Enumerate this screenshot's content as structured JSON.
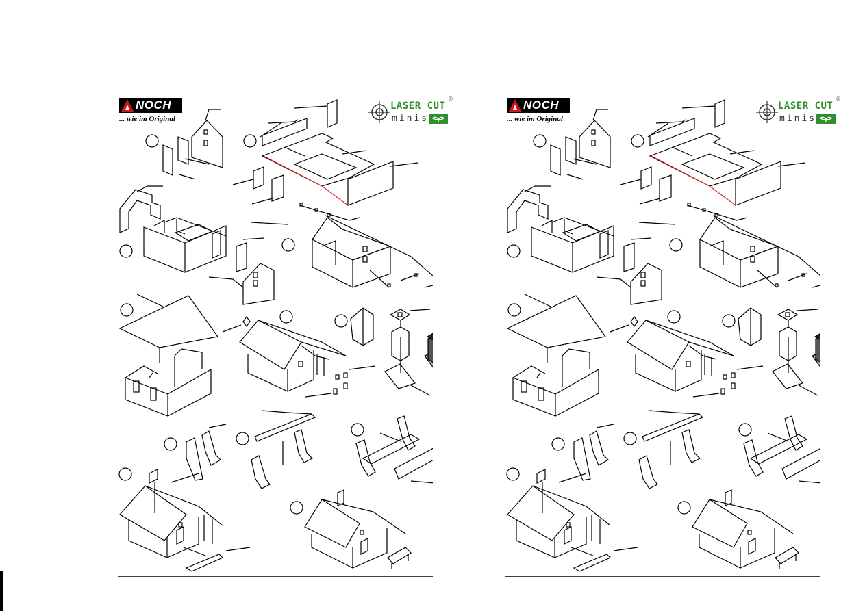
{
  "brand": {
    "noch_logo_text": "NOCH",
    "tagline": "... wie im Original",
    "product_line_top": "LASER CUT",
    "product_line_bottom": "minis",
    "registered_mark": "®"
  },
  "pages": [
    {
      "side": "left"
    },
    {
      "side": "right"
    }
  ],
  "colors": {
    "noch_red": "#d0161b",
    "laser_green": "#2f8f2f",
    "ink": "#000000",
    "glue_line": "#e0262b"
  },
  "icons": {
    "laser_cut_mark": "crosshair-target-icon",
    "green_mark": "sprout-icon"
  }
}
